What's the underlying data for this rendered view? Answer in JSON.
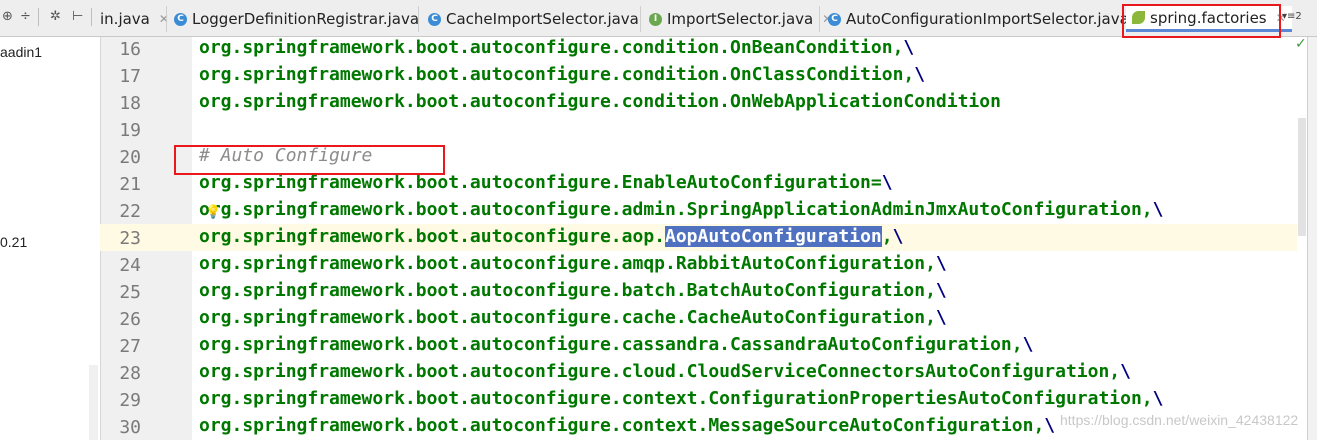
{
  "tabs": [
    {
      "label": "in.java",
      "kind": "java"
    },
    {
      "label": "LoggerDefinitionRegistrar.java",
      "kind": "class"
    },
    {
      "label": "CacheImportSelector.java",
      "kind": "class"
    },
    {
      "label": "ImportSelector.java",
      "kind": "interface"
    },
    {
      "label": "AutoConfigurationImportSelector.java",
      "kind": "class"
    },
    {
      "label": "spring.factories",
      "kind": "properties",
      "active": true
    }
  ],
  "tab_overflow": "2",
  "left_panel": {
    "item1": "aadin1",
    "item2": "0.21"
  },
  "lines": [
    {
      "num": "16",
      "text": "org.springframework.boot.autoconfigure.condition.OnBeanCondition,",
      "bs": "\\"
    },
    {
      "num": "17",
      "text": "org.springframework.boot.autoconfigure.condition.OnClassCondition,",
      "bs": "\\"
    },
    {
      "num": "18",
      "text": "org.springframework.boot.autoconfigure.condition.OnWebApplicationCondition",
      "bs": ""
    },
    {
      "num": "19",
      "text": "",
      "bs": ""
    },
    {
      "num": "20",
      "text": "# Auto Configure",
      "bs": ""
    },
    {
      "num": "21",
      "text": "org.springframework.boot.autoconfigure.EnableAutoConfiguration=",
      "bs": "\\"
    },
    {
      "num": "22",
      "text": "org.springframework.boot.autoconfigure.admin.SpringApplicationAdminJmxAutoConfiguration,",
      "bs": "\\"
    },
    {
      "num": "23",
      "pre": "org.springframework.boot.autoconfigure.aop.",
      "selected": "AopAutoConfiguration",
      "post": ",",
      "bs": "\\"
    },
    {
      "num": "24",
      "text": "org.springframework.boot.autoconfigure.amqp.RabbitAutoConfiguration,",
      "bs": "\\"
    },
    {
      "num": "25",
      "text": "org.springframework.boot.autoconfigure.batch.BatchAutoConfiguration,",
      "bs": "\\"
    },
    {
      "num": "26",
      "text": "org.springframework.boot.autoconfigure.cache.CacheAutoConfiguration,",
      "bs": "\\"
    },
    {
      "num": "27",
      "text": "org.springframework.boot.autoconfigure.cassandra.CassandraAutoConfiguration,",
      "bs": "\\"
    },
    {
      "num": "28",
      "text": "org.springframework.boot.autoconfigure.cloud.CloudServiceConnectorsAutoConfiguration,",
      "bs": "\\"
    },
    {
      "num": "29",
      "text": "org.springframework.boot.autoconfigure.context.ConfigurationPropertiesAutoConfiguration,",
      "bs": "\\"
    },
    {
      "num": "30",
      "text": "org.springframework.boot.autoconfigure.context.MessageSourceAutoConfiguration,",
      "bs": "\\"
    }
  ],
  "watermark": "https://blog.csdn.net/weixin_42438122",
  "colors": {
    "code_green": "#007800",
    "comment_gray": "#8c8c8c",
    "selection": "#5070c0",
    "highlight_red": "#e8181d",
    "caret_line": "#fffae3"
  }
}
